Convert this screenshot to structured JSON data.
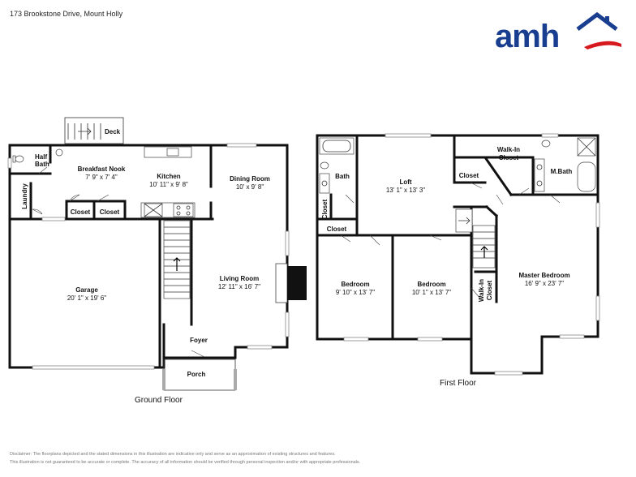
{
  "header": {
    "address": "173 Brookstone Drive, Mount Holly",
    "logo_text": "amh",
    "brand_color": "#1a3e8f",
    "accent_color": "#d71920"
  },
  "ground_floor": {
    "label": "Ground Floor",
    "rooms": {
      "deck": {
        "name": "Deck"
      },
      "half_bath": {
        "name": "Half",
        "name2": "Bath"
      },
      "breakfast_nook": {
        "name": "Breakfast Nook",
        "dim": "7' 9\" x 7' 4\""
      },
      "kitchen": {
        "name": "Kitchen",
        "dim": "10' 11\" x 9' 8\""
      },
      "dining_room": {
        "name": "Dining Room",
        "dim": "10' x 9' 8\""
      },
      "laundry": {
        "name": "Laundry"
      },
      "closet1": {
        "name": "Closet"
      },
      "closet2": {
        "name": "Closet"
      },
      "garage": {
        "name": "Garage",
        "dim": "20' 1\" x 19' 6\""
      },
      "living_room": {
        "name": "Living Room",
        "dim": "12' 11\" x 16' 7\""
      },
      "foyer": {
        "name": "Foyer"
      },
      "porch": {
        "name": "Porch"
      }
    }
  },
  "first_floor": {
    "label": "First Floor",
    "rooms": {
      "bath": {
        "name": "Bath"
      },
      "loft": {
        "name": "Loft",
        "dim": "13' 1\" x 13' 3\""
      },
      "closet_loft": {
        "name": "Closet"
      },
      "walk_in_closet_top": {
        "name": "Walk-In",
        "name2": "Closet"
      },
      "m_bath": {
        "name": "M.Bath"
      },
      "closet_vertical": {
        "name": "Closet"
      },
      "closet_hall": {
        "name": "Closet"
      },
      "bedroom1": {
        "name": "Bedroom",
        "dim": "9' 10\" x 13' 7\""
      },
      "bedroom2": {
        "name": "Bedroom",
        "dim": "10' 1\" x 13' 7\""
      },
      "walk_in_closet_side": {
        "name": "Walk-In",
        "name2": "Closet"
      },
      "master_bedroom": {
        "name": "Master Bedroom",
        "dim": "16' 9\" x 23' 7\""
      }
    }
  },
  "disclaimer": {
    "line1": "Disclaimer: The floorplans depicted and the stated dimensions in this illustration are indicative only and serve as an approximation of existing structures and features.",
    "line2": "This illustration is not guaranteed to be accurate or complete. The accuracy of all information should be verified through personal inspection and/or with appropriate professionals."
  }
}
